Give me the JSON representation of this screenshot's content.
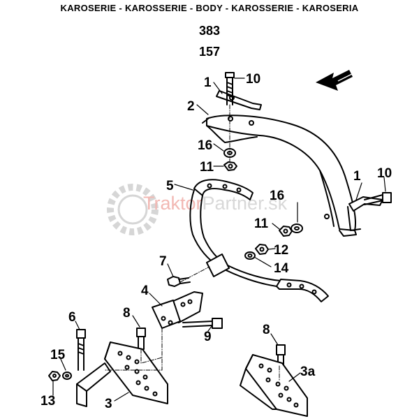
{
  "header": {
    "title": "KAROSERIE - KAROSSERIE - BODY - KAROSSERIE - KAROSERIA",
    "code_1": "383",
    "code_2": "157"
  },
  "watermark": {
    "brand_a": "Traktor",
    "brand_b": "Partner",
    "suffix": ".sk",
    "color_a": "#f2b8b3",
    "color_b": "#d8d8d8"
  },
  "callouts": {
    "c1_top": "1",
    "c10_top": "10",
    "c2": "2",
    "c16_top": "16",
    "c11_top": "11",
    "c5": "5",
    "c16_mid": "16",
    "c1_right": "1",
    "c10_right": "10",
    "c11_mid": "11",
    "c12": "12",
    "c14": "14",
    "c7": "7",
    "c4": "4",
    "c8_left": "8",
    "c6": "6",
    "c9": "9",
    "c15": "15",
    "c13": "13",
    "c3": "3",
    "c8_right": "8",
    "c3a": "3a"
  }
}
